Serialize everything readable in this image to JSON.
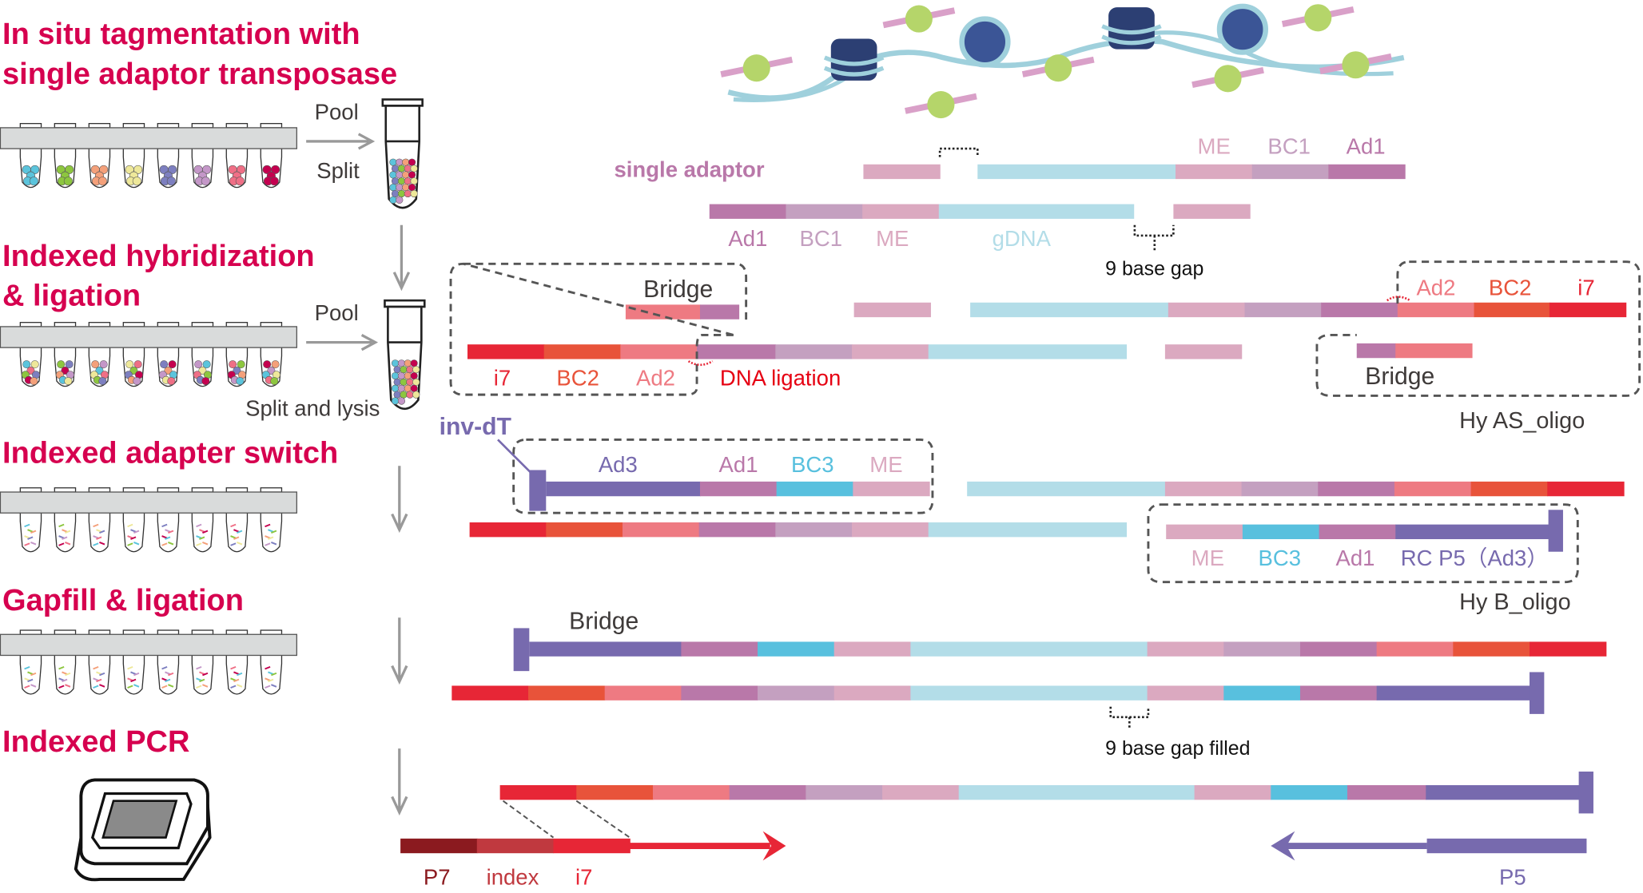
{
  "colors": {
    "Ad1": "#b978a9",
    "BC1": "#c4a0c0",
    "ME": "#dba9c0",
    "gDNA": "#b3dde8",
    "Ad2": "#ee7a82",
    "BC2": "#e8533a",
    "i7": "#e72636",
    "Ad3": "#776aae",
    "BC3": "#58c0de",
    "P7": "#8b1a1f",
    "index": "#c0393f",
    "title": "#d6004f"
  },
  "steps": {
    "s1": [
      "In situ tagmentation with",
      "single adaptor transposase"
    ],
    "s2": [
      "Indexed hybridization",
      "& ligation"
    ],
    "s3": "Indexed adapter switch",
    "s4": "Gapfill & ligation",
    "s5": "Indexed PCR"
  },
  "workflow": {
    "pool1": "Pool",
    "split1": "Split",
    "pool2": "Pool",
    "split2": "Split and lysis"
  },
  "tube_colors": [
    "#5bc4dc",
    "#8dc63f",
    "#f4a07a",
    "#eee89a",
    "#7d7fc0",
    "#c497c8",
    "#ef6f86",
    "#c4004f"
  ],
  "labels": {
    "single_adaptor": "single adaptor",
    "s1_top": [
      "ME",
      "BC1",
      "Ad1"
    ],
    "s1_bottom": [
      "Ad1",
      "BC1",
      "ME",
      "gDNA"
    ],
    "gap": "9 base gap",
    "bridge": "Bridge",
    "s2_left": [
      "i7",
      "BC2",
      "Ad2"
    ],
    "dna_ligation": "DNA ligation",
    "s2_right": [
      "Ad2",
      "BC2",
      "i7"
    ],
    "hy_as": "Hy AS_oligo",
    "inv_dt": "inv-dT",
    "s3_top": [
      "Ad3",
      "Ad1",
      "BC3",
      "ME"
    ],
    "s3_right": [
      "ME",
      "BC3",
      "Ad1",
      "RC P5（Ad3）"
    ],
    "hy_b": "Hy B_oligo",
    "gap_filled": "9 base gap filled",
    "primer_left": [
      "P7",
      "index",
      "i7"
    ],
    "p5": "P5"
  }
}
